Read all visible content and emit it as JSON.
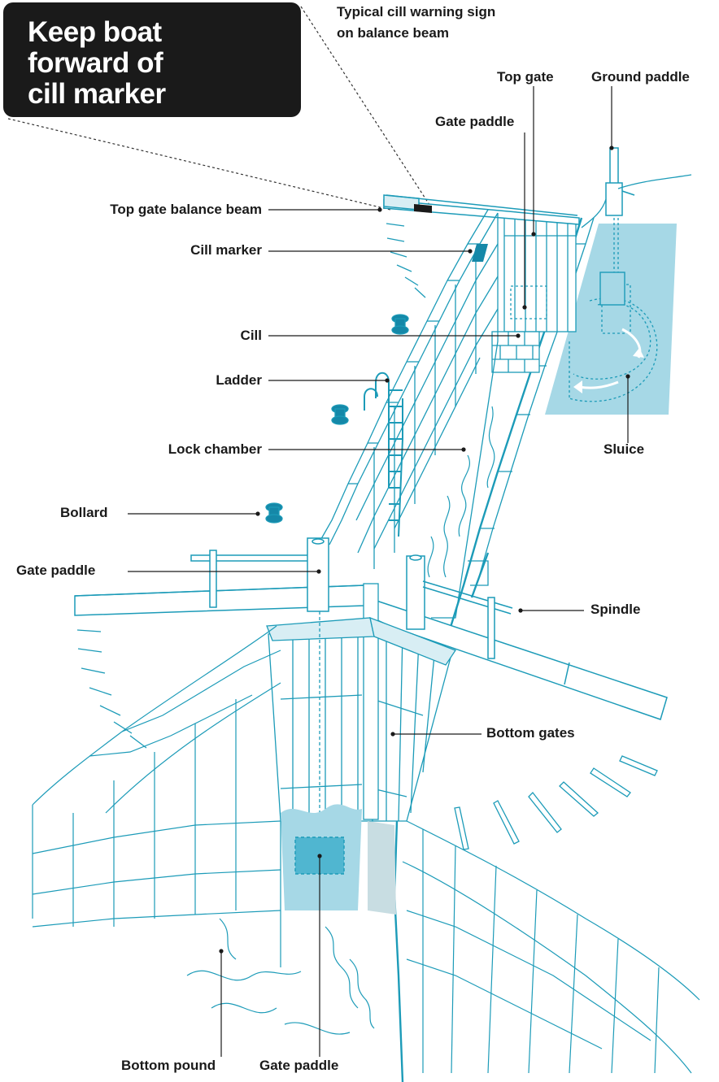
{
  "sign": {
    "line1": "Keep boat",
    "line2": "forward of",
    "line3": "cill marker"
  },
  "caption": {
    "line1": "Typical cill warning sign",
    "line2": "on balance beam"
  },
  "labels": {
    "top_gate": "Top gate",
    "ground_paddle": "Ground paddle",
    "gate_paddle_top": "Gate paddle",
    "top_gate_balance_beam": "Top gate balance beam",
    "cill_marker": "Cill marker",
    "cill": "Cill",
    "ladder": "Ladder",
    "lock_chamber": "Lock chamber",
    "sluice": "Sluice",
    "bollard": "Bollard",
    "gate_paddle_left": "Gate paddle",
    "spindle": "Spindle",
    "bottom_gates": "Bottom gates",
    "bottom_pound": "Bottom pound",
    "gate_paddle_bottom": "Gate paddle"
  },
  "colors": {
    "line": "#1c9bb8",
    "water_fill": "#a6d8e6",
    "marker_fill": "#1588a8",
    "text": "#1a1a1a",
    "sign_bg": "#1a1a1a",
    "warning_yellow": "#f5d90a"
  }
}
